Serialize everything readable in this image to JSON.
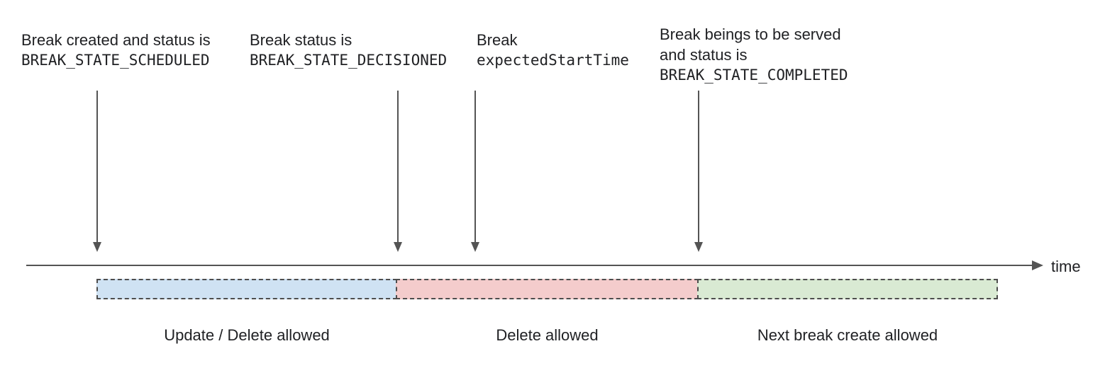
{
  "annotations": [
    {
      "line1": "Break created and status is",
      "code": "BREAK_STATE_SCHEDULED"
    },
    {
      "line1": "Break status is",
      "code": "BREAK_STATE_DECISIONED"
    },
    {
      "line1": "Break",
      "code": "expectedStartTime"
    },
    {
      "line1": "Break beings to be served",
      "line2": "and status is",
      "code": "BREAK_STATE_COMPLETED"
    }
  ],
  "timeline": {
    "label": "time"
  },
  "segments": [
    {
      "label": "Update / Delete allowed",
      "fill": "#cfe2f3"
    },
    {
      "label": "Delete allowed",
      "fill": "#f4cccc"
    },
    {
      "label": "Next break create allowed",
      "fill": "#d9ead3"
    }
  ],
  "colors": {
    "text": "#202124",
    "arrow": "#545454",
    "dashed_border": "#4d4d4d",
    "background": "#ffffff"
  }
}
